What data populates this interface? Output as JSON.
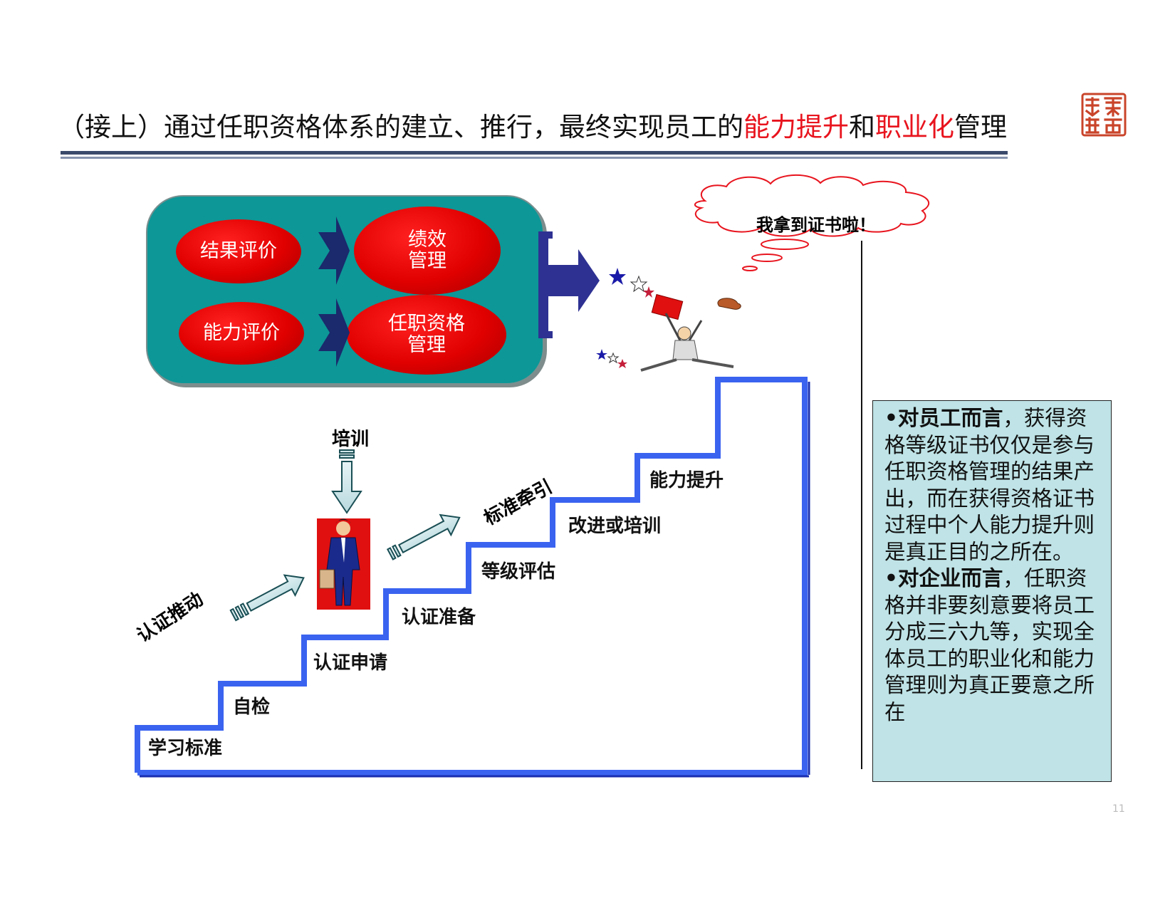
{
  "title": {
    "part1": "（接上）通过任职资格体系的建立、推行，最终实现员工的",
    "highlight1": "能力提升",
    "connector": "和",
    "highlight2": "职业化",
    "part2": "管理"
  },
  "seal": {
    "icon": "seal-stamp-icon"
  },
  "flow_box": {
    "oval_result": "结果评价",
    "oval_performance": [
      "绩效",
      "管理"
    ],
    "oval_ability": "能力评价",
    "oval_qualification": [
      "任职资格",
      "管理"
    ]
  },
  "thought_bubble": "我拿到证书啦！",
  "diagram": {
    "training": "培训",
    "cert_push": "认证推动",
    "standard_lead": "标准牵引"
  },
  "steps": [
    "学习标准",
    "自检",
    "认证申请",
    "认证准备",
    "等级评估",
    "改进或培训",
    "能力提升"
  ],
  "textbox": {
    "para1_bold": "•对员工而言",
    "para1_rest": "，获得资格等级证书仅仅是参与任职资格管理的结果产出，而在获得资格证书过程中个人能力提升则是真正目的之所在。",
    "para2_bold": "•对企业而言",
    "para2_rest": "，任职资格并非要刻意要将员工分成三六九等，实现全体员工的职业化和能力管理则为真正要意之所在"
  },
  "page_number": "11",
  "colors": {
    "title_highlight": "#e8141e",
    "teal_box": "#0d9797",
    "oval_red": "#e00000",
    "navy_arrow": "#1a2a6c",
    "stair_blue": "#3a63f0",
    "textbox_bg": "#bfe3e6",
    "light_arrow": "#cfe6ea"
  }
}
